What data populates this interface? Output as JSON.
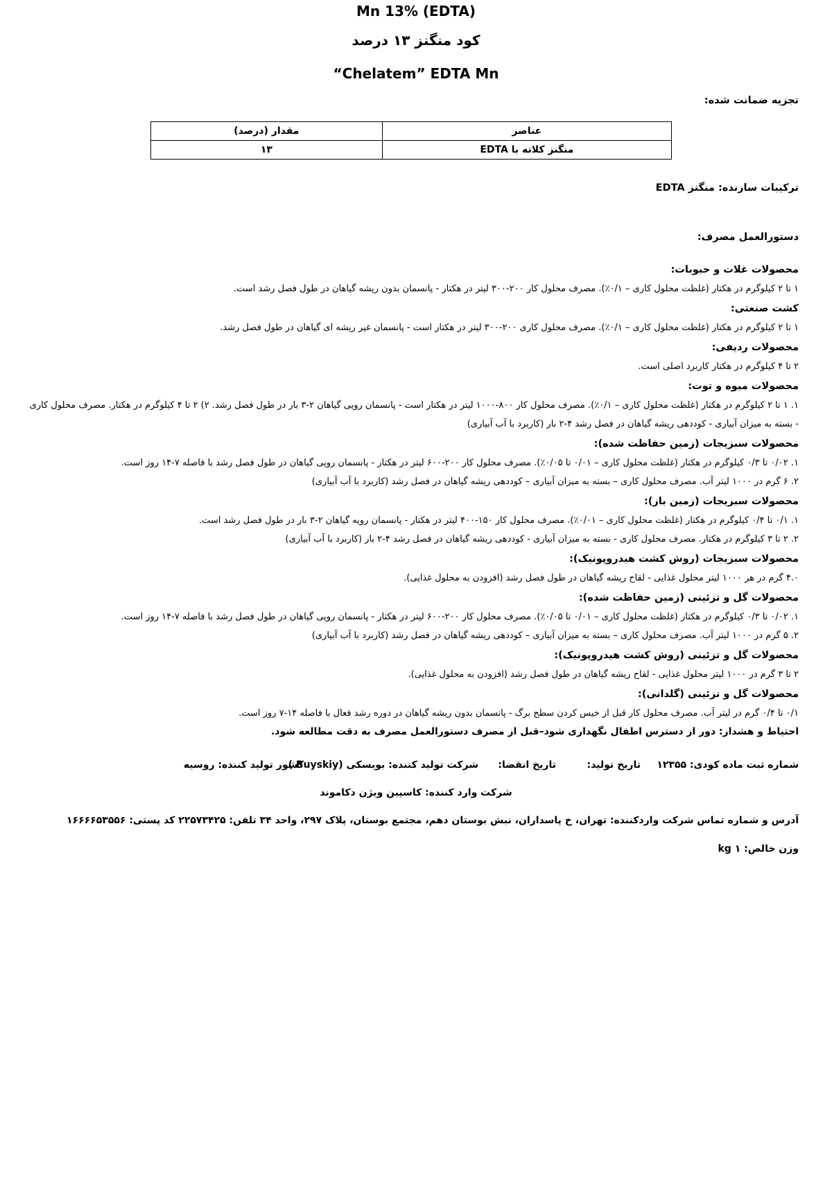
{
  "header": {
    "title_en": "Mn 13% (EDTA)",
    "title_fa": "کود منگنز ۱۳ درصد",
    "brand": "“Chelatem” EDTA Mn"
  },
  "guaranteed": {
    "label": "تجزیه ضمانت شده:",
    "columns": [
      "عناصر",
      "مقدار (درصد)"
    ],
    "rows": [
      [
        "منگنز کلاته با  EDTA",
        "۱۳"
      ]
    ]
  },
  "composition": "ترکیبات سازنده: منگنز EDTA",
  "instructions_label": "دستورالعمل مصرف:",
  "sections": [
    {
      "heading": "محصولات غلات و حبوبات:",
      "lines": [
        "۱ تا ۲ کیلوگرم در هکتار (غلظت محلول کاری – ۰/۱٪). مصرف محلول کار ۲۰۰-۳۰۰ لیتر در هکتار - پانسمان بدون ریشه گیاهان در طول فصل رشد است."
      ]
    },
    {
      "heading": "کشت صنعتی:",
      "lines": [
        "۱ تا ۲ کیلوگرم در هکتار (غلظت محلول کاری – ۰/۱٪). مصرف محلول کاری ۲۰۰-۳۰۰ لیتر در هکتار است - پانسمان غیر ریشه ای گیاهان در طول فصل رشد."
      ]
    },
    {
      "heading": "محصولات ردیفی:",
      "lines": [
        "۲ تا ۴ کیلوگرم در هکتار کاربرد اصلی است."
      ]
    },
    {
      "heading": "محصولات میوه و توت:",
      "lines": [
        "۱. ۱ تا ۲ کیلوگرم در هکتار (غلظت محلول کاری – ۰/۱٪). مصرف محلول کار ۸۰۰-۱۰۰۰ لیتر در هکتار است - پانسمان رویی گیاهان ۲-۳ بار در طول فصل رشد. ۲) ۲ تا ۴ کیلوگرم در هکتار. مصرف محلول کاری",
        "- بسته به میزان آبیاری - کوددهی ریشه گیاهان در فصل رشد ۴-۲ بار (کاربرد با آب آبیاری)"
      ]
    },
    {
      "heading": "محصولات سبزیجات (زمین حفاظت شده):",
      "lines": [
        "۱. ۰/۰۲ تا ۰/۳ کیلوگرم در هکتار (غلظت محلول کاری – ۰/۰۱ تا ۰/۰۵٪). مصرف محلول کار ۲۰۰-۶۰۰ لیتر در هکتار - پانسمان رویی گیاهان در طول فصل رشد با فاصله ۷-۱۴ روز است.",
        "۲. ۶ گرم در ۱۰۰۰ لیتر آب. مصرف محلول کاری – بسته به میزان آبیاری – کوددهی ریشه گیاهان در فصل رشد (کاربرد با آب آبیاری)"
      ]
    },
    {
      "heading": "محصولات سبزیجات (زمین باز):",
      "lines": [
        "۱. ۰/۱ تا ۰/۴ کیلوگرم در هکتار (غلظت محلول کاری – ۰/۰۱٪). مصرف محلول کار ۱۵۰-۴۰۰ لیتر در هکتار - پانسمان رویه گیاهان ۲-۳ بار در طول فصل رشد است.",
        "۲. ۲ تا ۳ کیلوگرم در هکتار. مصرف محلول کاری - بسته به میزان آبیاری - کوددهی ریشه گیاهان در فصل رشد ۴-۲ بار (کاربرد با آب آبیاری)"
      ]
    },
    {
      "heading": "محصولات سبزیجات (روش کشت هیدروپونیک):",
      "lines": [
        "۴.۰ گرم در هر ۱۰۰۰ لیتر محلول غذایی - لقاح ریشه گیاهان در طول فصل رشد (افزودن به محلول غذایی)."
      ]
    },
    {
      "heading": "محصولات گل و تزئینی (زمین حفاظت شده):",
      "lines": [
        "۱. ۰/۰۲ تا ۰/۳ کیلوگرم در هکتار (غلظت محلول کاری – ۰/۰۱ تا ۰/۰۵٪). مصرف محلول کار ۲۰۰-۶۰۰ لیتر در هکتار - پانسمان رویی گیاهان در طول فصل رشد با فاصله ۷-۱۴ روز است.",
        "۲. ۵ گرم در ۱۰۰۰ لیتر آب. مصرف محلول کاری – بسته به میزان آبیاری – کوددهی ریشه گیاهان در فصل رشد (کاربرد با آب آبیاری)"
      ]
    },
    {
      "heading": "محصولات گل و تزئینی (روش کشت هیدروپونیک):",
      "lines": [
        "۲ تا ۳ گرم در ۱۰۰۰ لیتر محلول غذایی - لقاح ریشه گیاهان در طول فصل رشد (افزودن به محلول غذایی)."
      ]
    },
    {
      "heading": "محصولات گل و تزئینی (گلدانی):",
      "lines": [
        "۰/۱ تا ۰/۴ گرم در لیتر آب. مصرف محلول کار قبل از خیس کردن سطح برگ - پانسمان بدون ریشه گیاهان در دوره رشد فعال با فاصله ۱۴-۷ روز است."
      ]
    }
  ],
  "footer": {
    "warning": "احتیاط و هشدار: دور از دسترس اطفال نگهداری شود–قبل از مصرف دستورالعمل مصرف به دقت مطالعه شود.",
    "registration": "شماره ثبت ماده کودی:  ۱۲۳۵۵",
    "production_date": "تاریخ تولید:",
    "expiry_date": "تاریخ انقضا:",
    "manufacturer": "شرکت تولید کننده:  بویسکی (Buyskiy )",
    "country": "کشور تولید کننده: روسیه",
    "importer": "شرکت وارد کننده: کاسپین ویژن دکاموند",
    "address": "آدرس و شماره تماس شرکت واردکننده: تهران، خ پاسداران، نبش بوستان دهم، مجتمع بوستان، پلاک ۲۹۷، واحد ۳۴  تلفن: ۲۲۵۷۳۴۲۵    کد پستی: ۱۶۶۶۶۵۳۵۵۶",
    "net_weight": "وزن خالص:  ۱ kg"
  }
}
